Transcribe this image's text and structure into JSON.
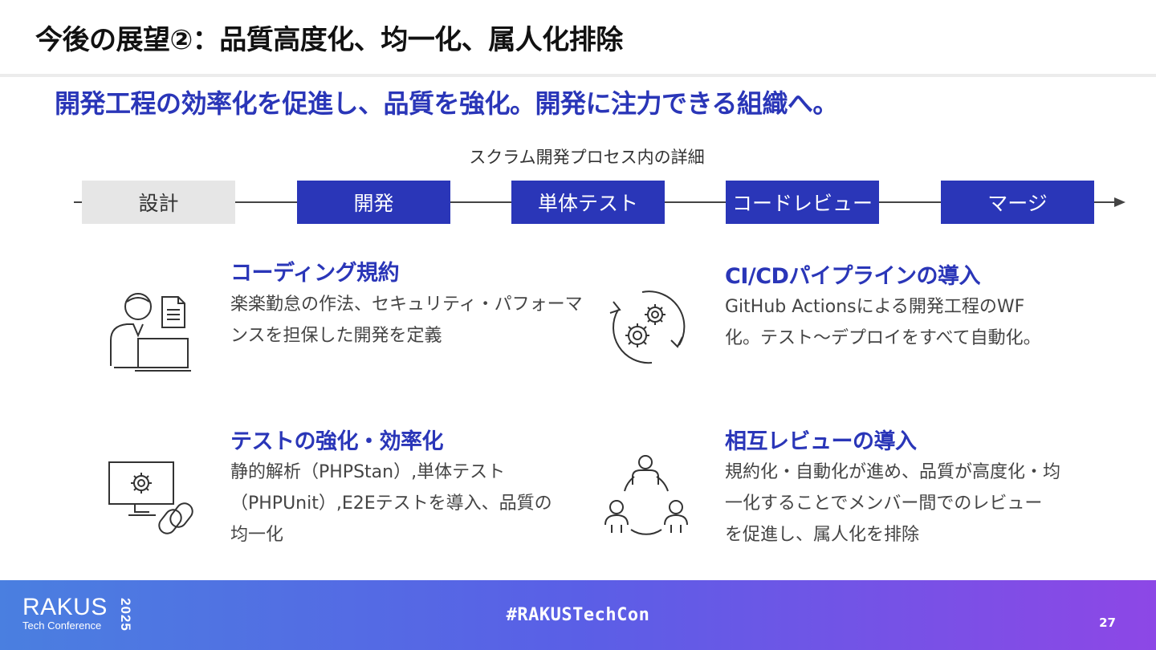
{
  "slide": {
    "title": "今後の展望②：品質高度化、均一化、属人化排除",
    "subtitle": "開発工程の効率化を促進し、品質を強化。開発に注力できる組織へ。"
  },
  "process": {
    "caption": "スクラム開発プロセス内の詳細",
    "steps": [
      {
        "label": "設計",
        "active": false
      },
      {
        "label": "開発",
        "active": true
      },
      {
        "label": "単体テスト",
        "active": true
      },
      {
        "label": "コードレビュー",
        "active": true
      },
      {
        "label": "マージ",
        "active": true
      }
    ]
  },
  "features": [
    {
      "title": "コーディング規約",
      "lines": [
        "楽楽勤怠の作法、セキュリティ・パフォーマ",
        "ンスを担保した開発を定義"
      ],
      "icon": "developer-document-icon"
    },
    {
      "title": "CI/CDパイプラインの導入",
      "lines": [
        "GitHub Actionsによる開発工程のWF",
        "化。テスト～デプロイをすべて自動化。"
      ],
      "icon": "gears-cycle-icon"
    },
    {
      "title": "テストの強化・効率化",
      "lines": [
        "静的解析（PHPStan）,単体テスト",
        "（PHPUnit）,E2Eテストを導入、品質の",
        "均一化"
      ],
      "icon": "monitor-gear-icon"
    },
    {
      "title": "相互レビューの導入",
      "lines": [
        "規約化・自動化が進め、品質が高度化・均",
        "一化することでメンバー間でのレビュー",
        "を促進し、属人化を排除"
      ],
      "icon": "team-circle-icon"
    }
  ],
  "footer": {
    "logo_word": "RAKUS",
    "logo_sub": "Tech Conference",
    "logo_year": "2025",
    "hashtag": "#RAKUSTechCon",
    "page_number": "27"
  },
  "colors": {
    "accent": "#2a36b8",
    "inactive_step": "#e6e6e6",
    "footer_start": "#4a7fe0",
    "footer_end": "#8d47e6"
  }
}
